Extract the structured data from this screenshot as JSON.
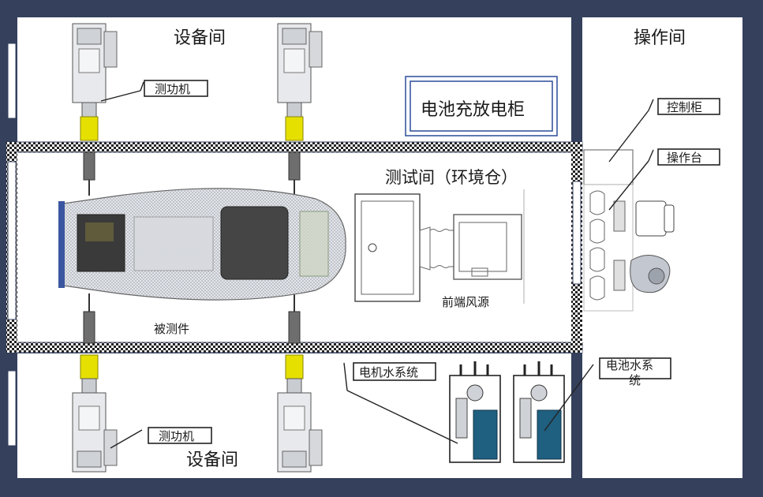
{
  "rooms": {
    "equipment_top": "设备间",
    "equipment_bottom": "设备间",
    "operation": "操作间",
    "test_chamber": "测试间（环境仓）"
  },
  "battery_cabinet": "电池充放电柜",
  "labels": {
    "dyno_top": "测功机",
    "dyno_bottom": "测功机",
    "control_cabinet": "控制柜",
    "console": "操作台",
    "motor_water": "电机水系统",
    "battery_water_line1": "电池水系",
    "battery_water_line2": "统",
    "test_vehicle": "被测件",
    "front_fan": "前端风源"
  },
  "colors": {
    "wall": "#34405c",
    "dyno_coupling": "#e6e000",
    "water_tank": "#1f5f80",
    "battery_frame": "#3a56a0"
  }
}
